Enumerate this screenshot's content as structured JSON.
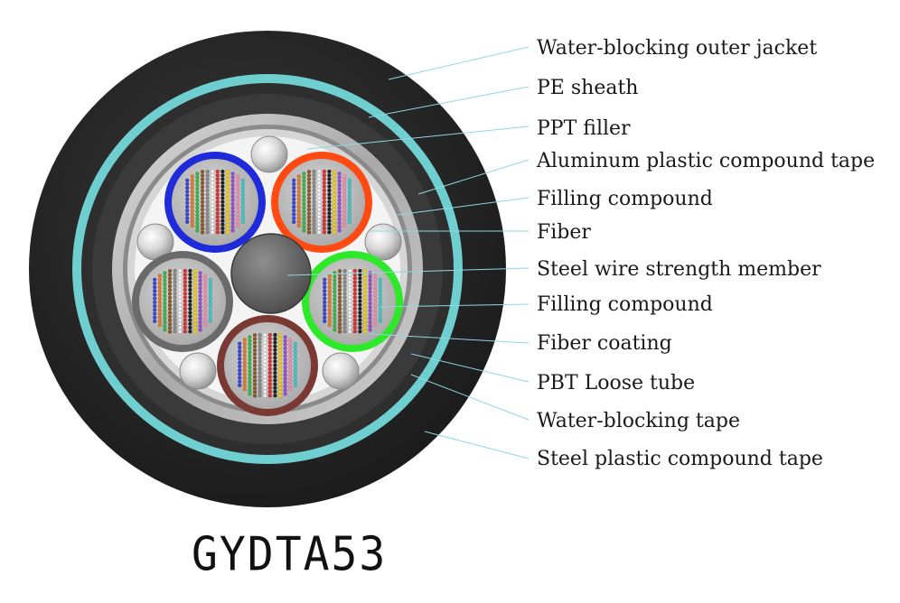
{
  "model": "GYDTA53",
  "labels": [
    {
      "name": "water-blocking-outer-jacket",
      "text": "Water-blocking outer jacket"
    },
    {
      "name": "pe-sheath",
      "text": "PE sheath"
    },
    {
      "name": "ppt-filler",
      "text": "PPT filler"
    },
    {
      "name": "aluminum-plastic-compound-tape",
      "text": "Aluminum plastic compound tape"
    },
    {
      "name": "filling-compound-1",
      "text": "Filling compound"
    },
    {
      "name": "fiber",
      "text": "Fiber"
    },
    {
      "name": "steel-wire-strength-member",
      "text": "Steel wire strength member"
    },
    {
      "name": "filling-compound-2",
      "text": "Filling compound"
    },
    {
      "name": "fiber-coating",
      "text": "Fiber coating"
    },
    {
      "name": "pbt-loose-tube",
      "text": "PBT Loose tube"
    },
    {
      "name": "water-blocking-tape",
      "text": "Water-blocking tape"
    },
    {
      "name": "steel-plastic-compound-tape",
      "text": "Steel plastic compound tape"
    }
  ],
  "colors": {
    "outer_jacket": "#2b2b2b",
    "cyan_band": "#6fcfd0",
    "silver_band": "#b9b9b9",
    "leader_line": "#8fd8dc",
    "tube_blue": "#1f2bd8",
    "tube_orange": "#ff4a12",
    "tube_gray": "#6a6a6a",
    "tube_green": "#2ee82a",
    "tube_brown": "#7a3a33"
  },
  "fiber_colors": [
    "#3a46d8",
    "#e57a2a",
    "#3bb54a",
    "#8b5a2b",
    "#8a8a8a",
    "#f2f2f2",
    "#e03030",
    "#222222",
    "#f0d020",
    "#9b4fc9",
    "#f08fb0",
    "#40c8c8"
  ]
}
